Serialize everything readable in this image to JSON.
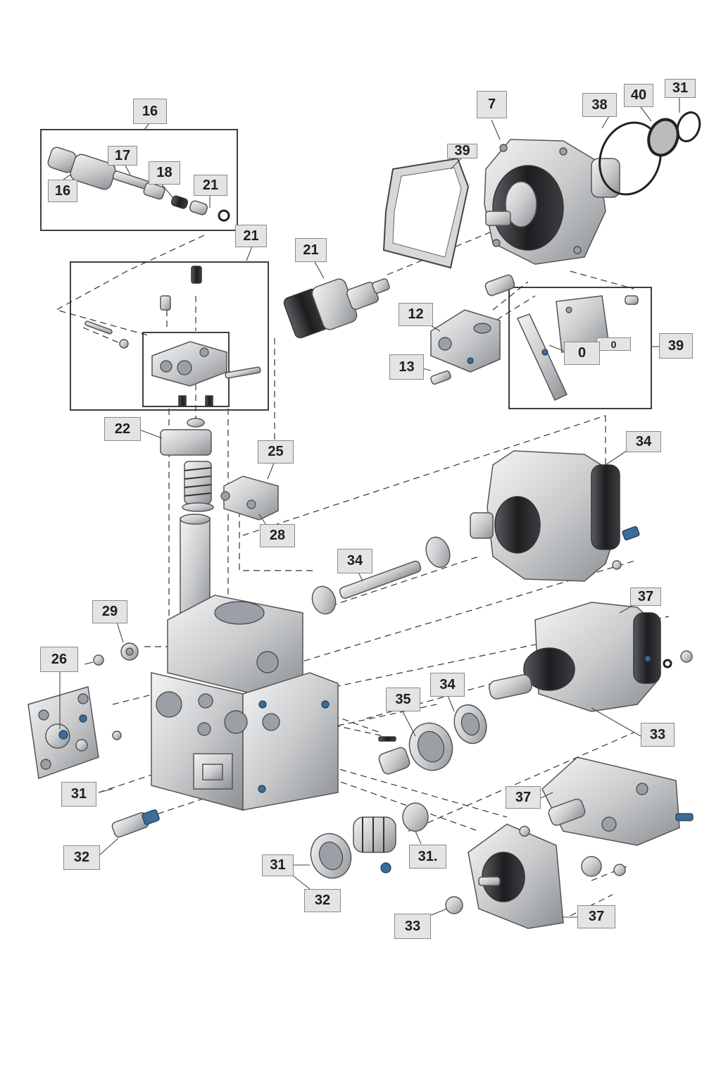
{
  "diagram": {
    "title": "Hydraulic pump exploded parts view",
    "colors": {
      "callout_fill": "#e4e4e4",
      "callout_border": "#8a8a8a",
      "accent_blue": "#3d6d96"
    },
    "callouts": [
      {
        "id": "c1",
        "label": "16"
      },
      {
        "id": "c2",
        "label": "17"
      },
      {
        "id": "c3",
        "label": "16"
      },
      {
        "id": "c4",
        "label": "18"
      },
      {
        "id": "c5",
        "label": "21"
      },
      {
        "id": "c6",
        "label": "21"
      },
      {
        "id": "c7",
        "label": "21"
      },
      {
        "id": "c8",
        "label": "7"
      },
      {
        "id": "c9",
        "label": "38"
      },
      {
        "id": "c10",
        "label": "40"
      },
      {
        "id": "c11",
        "label": "31"
      },
      {
        "id": "c12",
        "label": "39"
      },
      {
        "id": "c13",
        "label": "12"
      },
      {
        "id": "c14",
        "label": "13"
      },
      {
        "id": "c15",
        "label": "0"
      },
      {
        "id": "c16",
        "label": "0"
      },
      {
        "id": "c17",
        "label": "39"
      },
      {
        "id": "c18",
        "label": "22"
      },
      {
        "id": "c19",
        "label": "25"
      },
      {
        "id": "c20",
        "label": "28"
      },
      {
        "id": "c21",
        "label": "34"
      },
      {
        "id": "c22",
        "label": "34"
      },
      {
        "id": "c23",
        "label": "29"
      },
      {
        "id": "c24",
        "label": "26"
      },
      {
        "id": "c25",
        "label": "37"
      },
      {
        "id": "c26",
        "label": "35"
      },
      {
        "id": "c27",
        "label": "34"
      },
      {
        "id": "c28",
        "label": "33"
      },
      {
        "id": "c29",
        "label": "31"
      },
      {
        "id": "c30",
        "label": "37"
      },
      {
        "id": "c31",
        "label": "32"
      },
      {
        "id": "c32",
        "label": "31."
      },
      {
        "id": "c33",
        "label": "31"
      },
      {
        "id": "c34",
        "label": "32"
      },
      {
        "id": "c35",
        "label": "33"
      },
      {
        "id": "c36",
        "label": "37"
      }
    ]
  }
}
